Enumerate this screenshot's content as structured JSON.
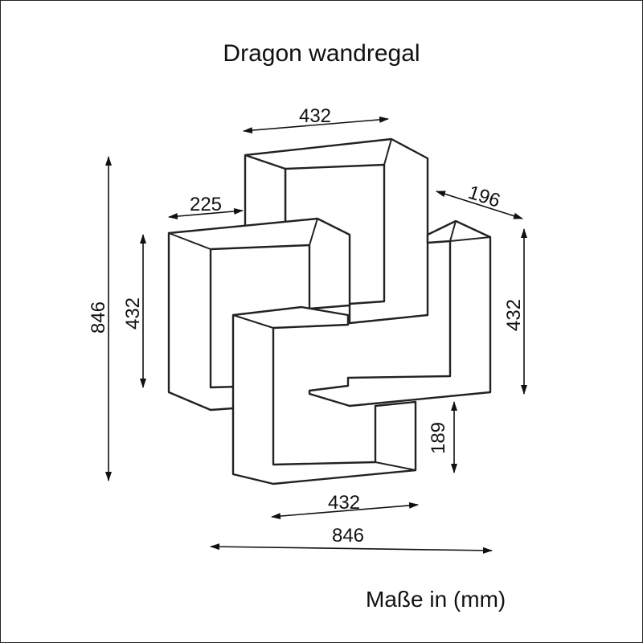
{
  "title": "Dragon wandregal",
  "units_note": "Maße in (mm)",
  "dimensions": {
    "top_width": "432",
    "left_depth": "225",
    "right_depth": "196",
    "total_height": "846",
    "left_height": "432",
    "right_height": "432",
    "bottom_height": "189",
    "bottom_width": "432",
    "total_width": "846"
  }
}
